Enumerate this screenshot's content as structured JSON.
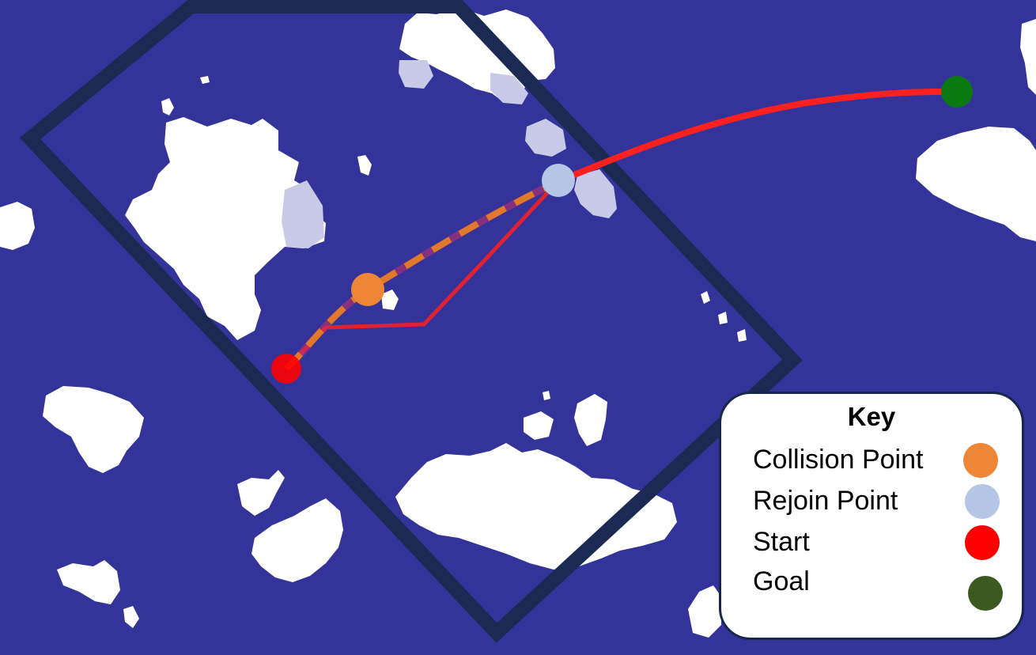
{
  "colors": {
    "water": "#343399",
    "land": "#ffffff",
    "frame": "#1b2a52",
    "path": "#ff2020",
    "dashed_path": "#e07a2a",
    "collision": "#ee8638",
    "rejoin": "#b4c7e7",
    "start": "#ff0000",
    "goal": "#0a7a10",
    "goal_key": "#3a5a22"
  },
  "legend": {
    "title": "Key",
    "items": [
      {
        "label": "Collision Point",
        "color": "#ee8638",
        "icon": "orange-circle-icon"
      },
      {
        "label": "Rejoin Point",
        "color": "#b4c7e7",
        "icon": "light-blue-circle-icon"
      },
      {
        "label": "Start",
        "color": "#ff0000",
        "icon": "red-circle-icon"
      },
      {
        "label": "Goal",
        "color": "#3a5a22",
        "icon": "dark-green-circle-icon"
      }
    ]
  }
}
